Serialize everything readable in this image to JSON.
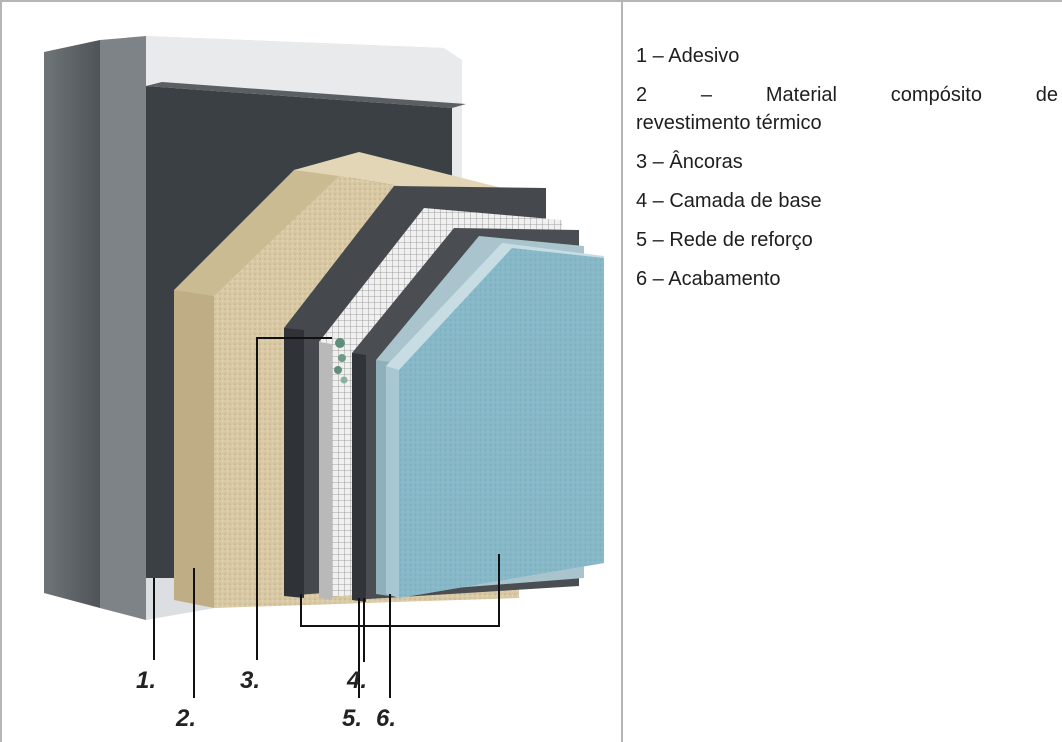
{
  "legend": {
    "items": [
      {
        "text": "1 – Adesivo"
      },
      {
        "line1": "2 – Material compósito de",
        "line2": "revestimento térmico"
      },
      {
        "text": "3 – Âncoras"
      },
      {
        "text": "4 – Camada de base"
      },
      {
        "text": "5 – Rede de reforço"
      },
      {
        "text": "6 – Acabamento"
      }
    ]
  },
  "figure": {
    "labels": [
      "1.",
      "2.",
      "3.",
      "4.",
      "5.",
      "6."
    ],
    "colors": {
      "wall_face": "#5e6469",
      "wall_edge": "#d8dadc",
      "adhesive": "#3b4045",
      "insulation": "#d8c9a4",
      "base_coat": "#45494d",
      "mesh": "#e3e3e3",
      "primer": "#a9c4cc",
      "finish": "#86b8c8"
    }
  }
}
